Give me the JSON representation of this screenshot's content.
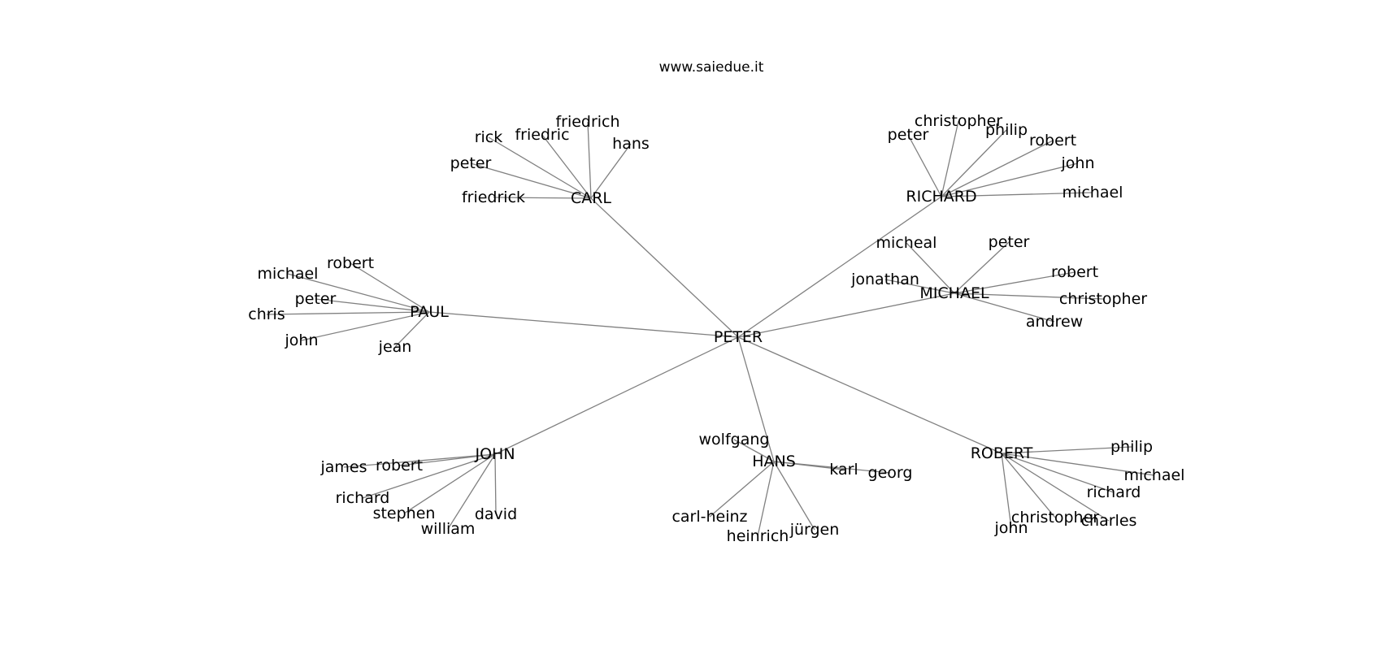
{
  "title": "www.saiedue.it",
  "colors": {
    "edge": "#808080",
    "text": "#000000",
    "background": "#ffffff"
  },
  "graph": {
    "root": "PETER",
    "hubs": [
      {
        "name": "CARL",
        "children": [
          "friedrich",
          "friedric",
          "rick",
          "hans",
          "peter",
          "friedrick"
        ]
      },
      {
        "name": "RICHARD",
        "children": [
          "christopher",
          "peter",
          "philip",
          "robert",
          "john",
          "michael"
        ]
      },
      {
        "name": "MICHAEL",
        "children": [
          "micheal",
          "peter",
          "robert",
          "jonathan",
          "christopher",
          "andrew"
        ]
      },
      {
        "name": "PAUL",
        "children": [
          "robert",
          "michael",
          "peter",
          "chris",
          "john",
          "jean"
        ]
      },
      {
        "name": "JOHN",
        "children": [
          "james",
          "robert",
          "richard",
          "stephen",
          "david",
          "william"
        ]
      },
      {
        "name": "HANS",
        "children": [
          "wolfgang",
          "karl",
          "georg",
          "carl-heinz",
          "jürgen",
          "heinrich"
        ]
      },
      {
        "name": "ROBERT",
        "children": [
          "philip",
          "michael",
          "richard",
          "christopher",
          "charles",
          "john"
        ]
      }
    ]
  }
}
